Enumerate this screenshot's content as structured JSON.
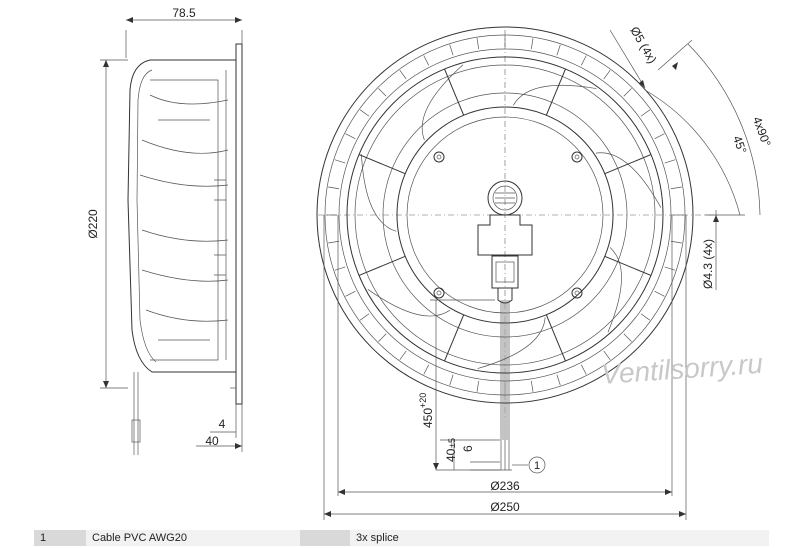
{
  "dimensions": {
    "depth": "78.5",
    "diameter_side": "Ø220",
    "flange_thickness": "4",
    "overall_40": "40",
    "hole_5": "Ø5 (4x)",
    "angle_4x90": "4x90°",
    "angle_45": "45°",
    "hole_4_3": "Ø4.3 (4x)",
    "cable_length": "450",
    "cable_length_tol": "+20",
    "strip_length": "40",
    "strip_tol": "±5",
    "splice_6": "6",
    "diameter_236": "Ø236",
    "diameter_250": "Ø250"
  },
  "callout": "1",
  "watermark": "Ventilsorry.ru",
  "legend": {
    "item_no": "1",
    "cable": "Cable PVC AWG20",
    "blank": "",
    "splice": "3x splice"
  }
}
